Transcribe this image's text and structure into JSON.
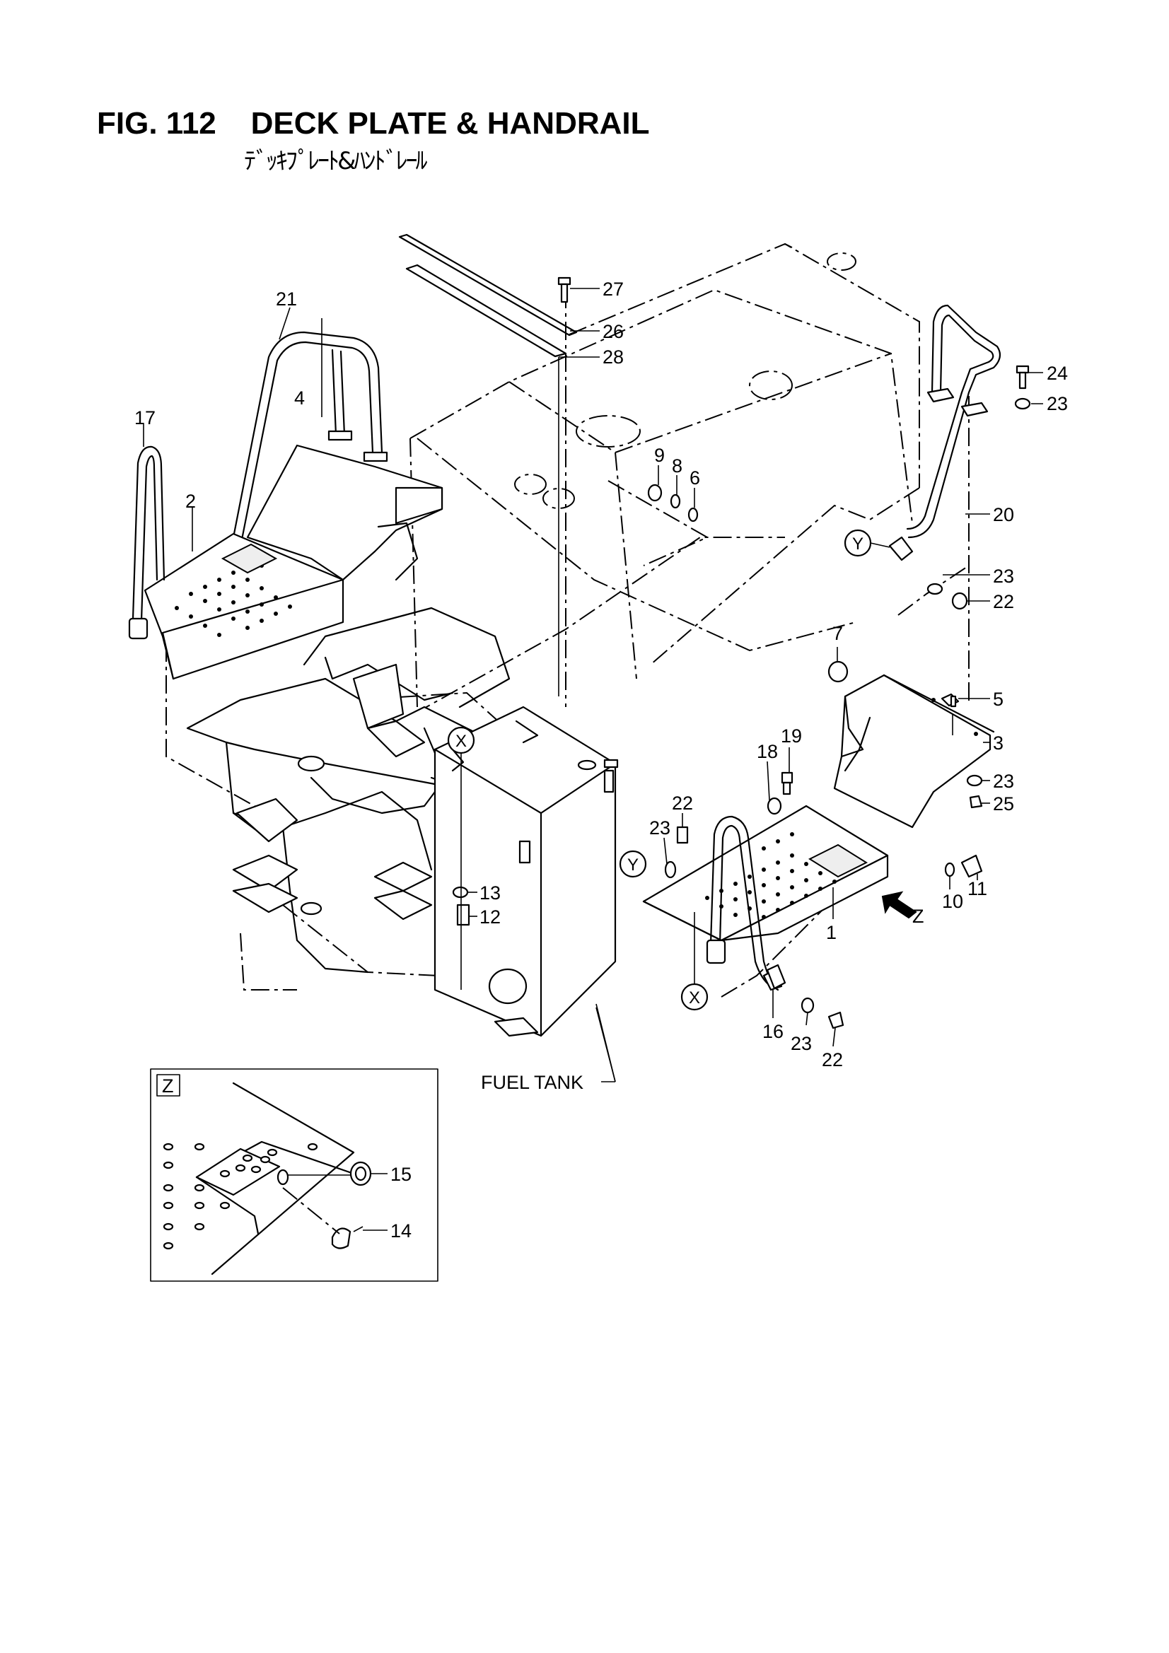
{
  "figure": {
    "title": "FIG. 112    DECK PLATE & HANDRAIL",
    "subtitle": "ﾃﾞｯｷﾌﾟﾚｰﾄ&ﾊﾝﾄﾞﾚｰﾙ"
  },
  "callouts": {
    "p1": "1",
    "p2": "2",
    "p3": "3",
    "p4": "4",
    "p5": "5",
    "p6": "6",
    "p7": "7",
    "p8": "8",
    "p9": "9",
    "p10": "10",
    "p11": "11",
    "p12": "12",
    "p13": "13",
    "p14": "14",
    "p15": "15",
    "p16": "16",
    "p17": "17",
    "p18": "18",
    "p19": "19",
    "p20": "20",
    "p21": "21",
    "p22a": "22",
    "p22b": "22",
    "p22c": "22",
    "p23a": "23",
    "p23b": "23",
    "p23c": "23",
    "p23d": "23",
    "p23e": "23",
    "p24": "24",
    "p25": "25",
    "p26": "26",
    "p27": "27",
    "p28": "28"
  },
  "markers": {
    "x": "X",
    "y": "Y",
    "z": "Z"
  },
  "fuel_tank_label": "FUEL TANK",
  "detail_label": "Z"
}
